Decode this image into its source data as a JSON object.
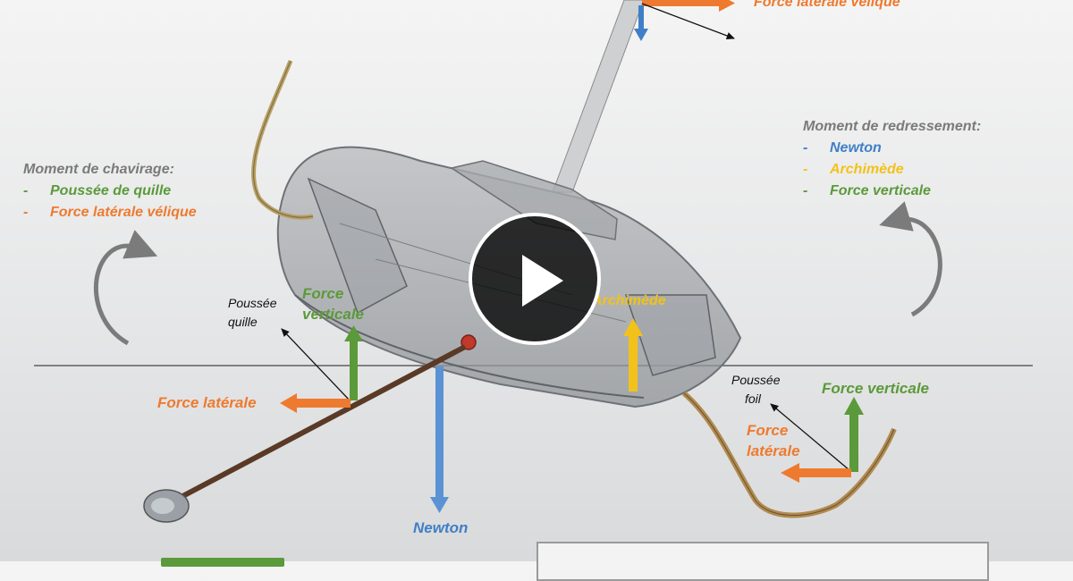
{
  "colors": {
    "orange": "#ee7a2f",
    "green": "#5b9a3a",
    "blue": "#3f7fc6",
    "yellow": "#f2c21a",
    "title_grey": "#7a7a7a"
  },
  "top": {
    "sail_force_label": "Force latérale vélique"
  },
  "capsizing_moment": {
    "title": "Moment de chavirage:",
    "items": [
      {
        "dash": "-",
        "label": "Poussée de quille",
        "color": "green"
      },
      {
        "dash": "-",
        "label": "Force latérale vélique",
        "color": "orange"
      }
    ]
  },
  "righting_moment": {
    "title": "Moment de redressement:",
    "items": [
      {
        "dash": "-",
        "label": "Newton",
        "color": "blue"
      },
      {
        "dash": "-",
        "label": "Archimède",
        "color": "yellow"
      },
      {
        "dash": "-",
        "label": "Force verticale",
        "color": "green"
      }
    ]
  },
  "keel": {
    "thrust_line1": "Poussée",
    "thrust_line2": "quille",
    "vertical_line1": "Force",
    "vertical_line2": "verticale",
    "lateral": "Force latérale"
  },
  "hull": {
    "buoyancy": "Archimède",
    "gravity": "Newton"
  },
  "foil": {
    "thrust_line1": "Poussée",
    "thrust_line2": "foil",
    "vertical": "Force verticale",
    "lateral_line1": "Force",
    "lateral_line2": "latérale"
  },
  "video": {
    "play_icon": "play-icon"
  }
}
